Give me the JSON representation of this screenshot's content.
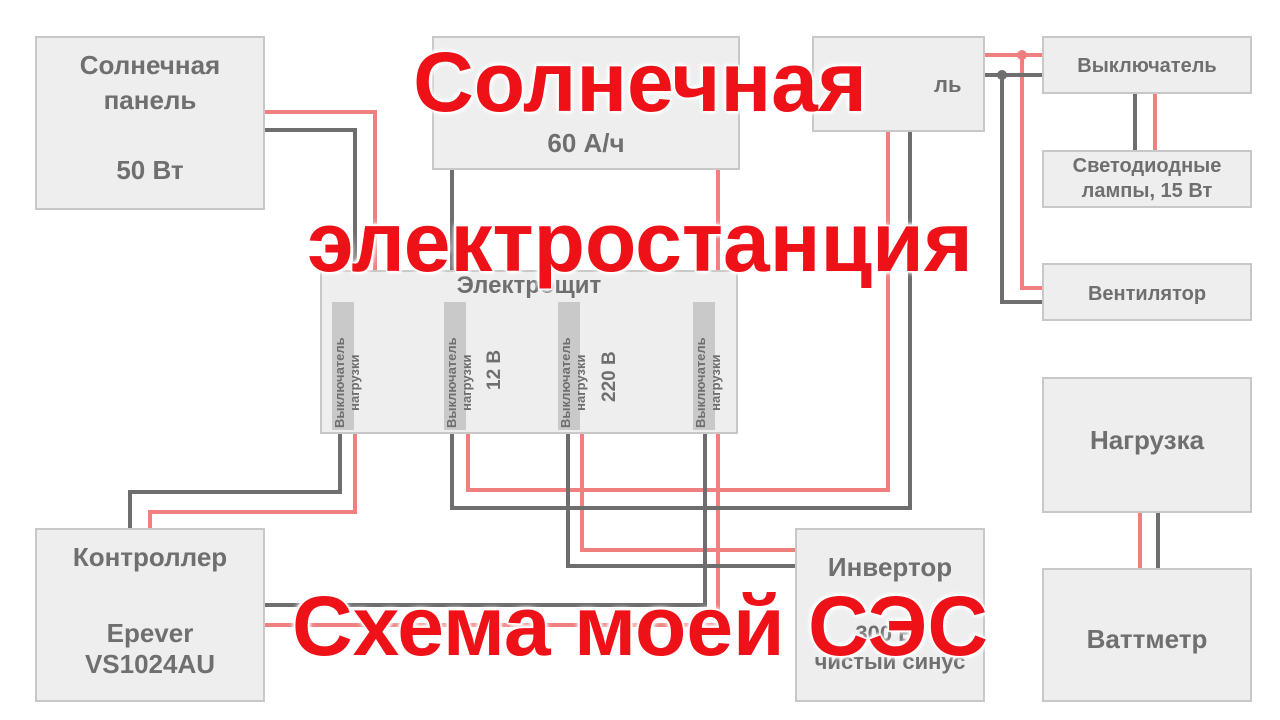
{
  "colors": {
    "wire_positive": "#f08080",
    "wire_negative": "#6e6e6e",
    "box_fill": "#eeeeee",
    "box_border": "#c8c8c8",
    "box_text": "#6f6f6f",
    "title": "#ee1118"
  },
  "blocks": {
    "solar_panel": "Солнечная\nпанель\n\n50 Вт",
    "battery": "60 А/ч",
    "fuse_top": "ль",
    "switch": "Выключатель",
    "led": "Светодиодные\nлампы, 15 Вт",
    "fan": "Вентилятор",
    "panel": "Электрощит",
    "load": "Нагрузка",
    "controller_title": "Контроллер",
    "controller_model": "Epever\nVS1024AU",
    "inverter_title": "Инвертор",
    "inverter_sub": "300 Вт\nчистый синус",
    "wattmeter": "Ваттметр"
  },
  "panel_switches": [
    {
      "label": "Выключатель\nнагрузки",
      "voltage": ""
    },
    {
      "label": "Выключатель\nнагрузки",
      "voltage": "12 В"
    },
    {
      "label": "Выключатель\nнагрузки",
      "voltage": "220 В"
    },
    {
      "label": "Выключатель\nнагрузки",
      "voltage": ""
    }
  ],
  "overlay": {
    "line1": "Солнечная",
    "line2": "электростанция",
    "line3": "Схема моей СЭС"
  }
}
